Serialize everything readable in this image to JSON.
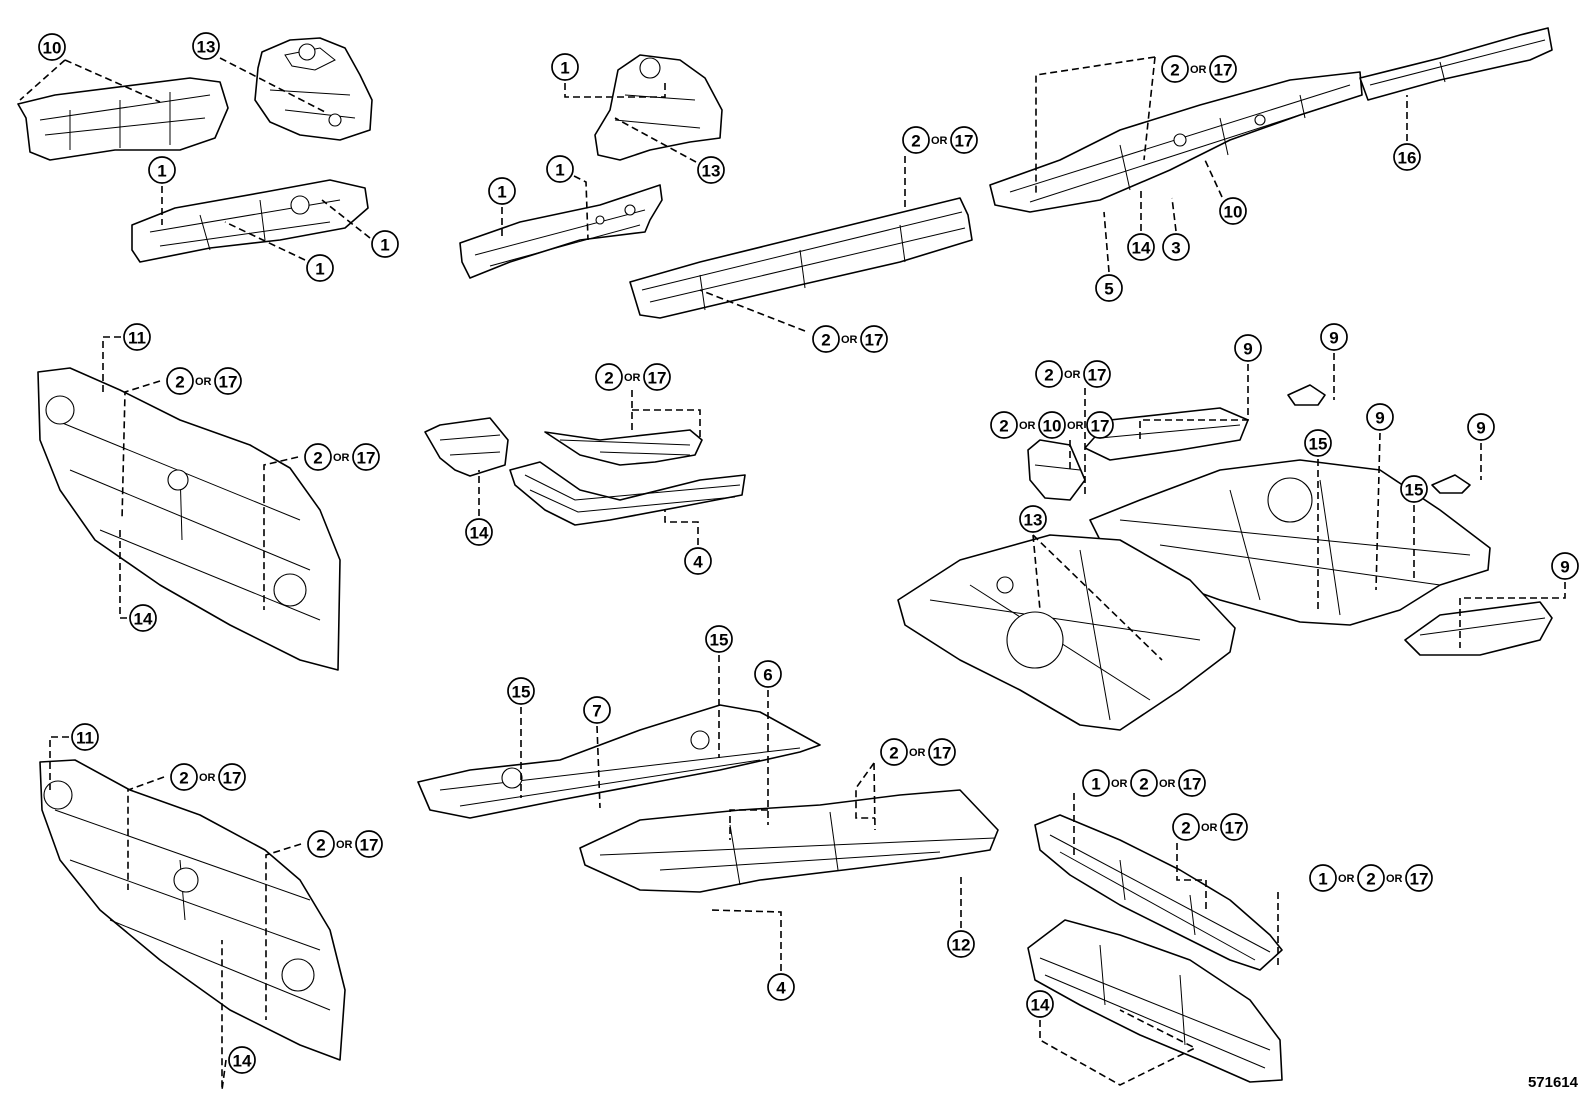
{
  "diagram": {
    "drawing_code": "571614",
    "or_word": "OR",
    "callouts": [
      {
        "id": "c-10-a",
        "labels": [
          "10"
        ]
      },
      {
        "id": "c-13-a",
        "labels": [
          "13"
        ]
      },
      {
        "id": "c-1-a",
        "labels": [
          "1"
        ]
      },
      {
        "id": "c-1-b",
        "labels": [
          "1"
        ]
      },
      {
        "id": "c-1-c",
        "labels": [
          "1"
        ]
      },
      {
        "id": "c-1-d",
        "labels": [
          "1"
        ]
      },
      {
        "id": "c-13-b",
        "labels": [
          "13"
        ]
      },
      {
        "id": "c-1-e",
        "labels": [
          "1"
        ]
      },
      {
        "id": "c-1-f",
        "labels": [
          "1"
        ]
      },
      {
        "id": "c-2or17-a",
        "labels": [
          "2",
          "17"
        ]
      },
      {
        "id": "c-2or17-b",
        "labels": [
          "2",
          "17"
        ]
      },
      {
        "id": "c-2or17-c",
        "labels": [
          "2",
          "17"
        ]
      },
      {
        "id": "c-16",
        "labels": [
          "16"
        ]
      },
      {
        "id": "c-10-b",
        "labels": [
          "10"
        ]
      },
      {
        "id": "c-14-a",
        "labels": [
          "14"
        ]
      },
      {
        "id": "c-3",
        "labels": [
          "3"
        ]
      },
      {
        "id": "c-5",
        "labels": [
          "5"
        ]
      },
      {
        "id": "c-11-a",
        "labels": [
          "11"
        ]
      },
      {
        "id": "c-2or17-d",
        "labels": [
          "2",
          "17"
        ]
      },
      {
        "id": "c-2or17-e",
        "labels": [
          "2",
          "17"
        ]
      },
      {
        "id": "c-14-b",
        "labels": [
          "14"
        ]
      },
      {
        "id": "c-2or17-f",
        "labels": [
          "2",
          "17"
        ]
      },
      {
        "id": "c-14-c",
        "labels": [
          "14"
        ]
      },
      {
        "id": "c-4-a",
        "labels": [
          "4"
        ]
      },
      {
        "id": "c-2or17-g",
        "labels": [
          "2",
          "17"
        ]
      },
      {
        "id": "c-2or10or17",
        "labels": [
          "2",
          "10",
          "17"
        ]
      },
      {
        "id": "c-9-a",
        "labels": [
          "9"
        ]
      },
      {
        "id": "c-9-b",
        "labels": [
          "9"
        ]
      },
      {
        "id": "c-9-c",
        "labels": [
          "9"
        ]
      },
      {
        "id": "c-9-d",
        "labels": [
          "9"
        ]
      },
      {
        "id": "c-9-e",
        "labels": [
          "9"
        ]
      },
      {
        "id": "c-15-a",
        "labels": [
          "15"
        ]
      },
      {
        "id": "c-15-b",
        "labels": [
          "15"
        ]
      },
      {
        "id": "c-13-c",
        "labels": [
          "13"
        ]
      },
      {
        "id": "c-11-b",
        "labels": [
          "11"
        ]
      },
      {
        "id": "c-2or17-h",
        "labels": [
          "2",
          "17"
        ]
      },
      {
        "id": "c-2or17-i",
        "labels": [
          "2",
          "17"
        ]
      },
      {
        "id": "c-14-d",
        "labels": [
          "14"
        ]
      },
      {
        "id": "c-15-c",
        "labels": [
          "15"
        ]
      },
      {
        "id": "c-15-d",
        "labels": [
          "15"
        ]
      },
      {
        "id": "c-7",
        "labels": [
          "7"
        ]
      },
      {
        "id": "c-6",
        "labels": [
          "6"
        ]
      },
      {
        "id": "c-2or17-j",
        "labels": [
          "2",
          "17"
        ]
      },
      {
        "id": "c-12",
        "labels": [
          "12"
        ]
      },
      {
        "id": "c-4-b",
        "labels": [
          "4"
        ]
      },
      {
        "id": "c-1or2or17-a",
        "labels": [
          "1",
          "2",
          "17"
        ]
      },
      {
        "id": "c-2or17-k",
        "labels": [
          "2",
          "17"
        ]
      },
      {
        "id": "c-1or2or17-b",
        "labels": [
          "1",
          "2",
          "17"
        ]
      },
      {
        "id": "c-14-e",
        "labels": [
          "14"
        ]
      }
    ]
  }
}
